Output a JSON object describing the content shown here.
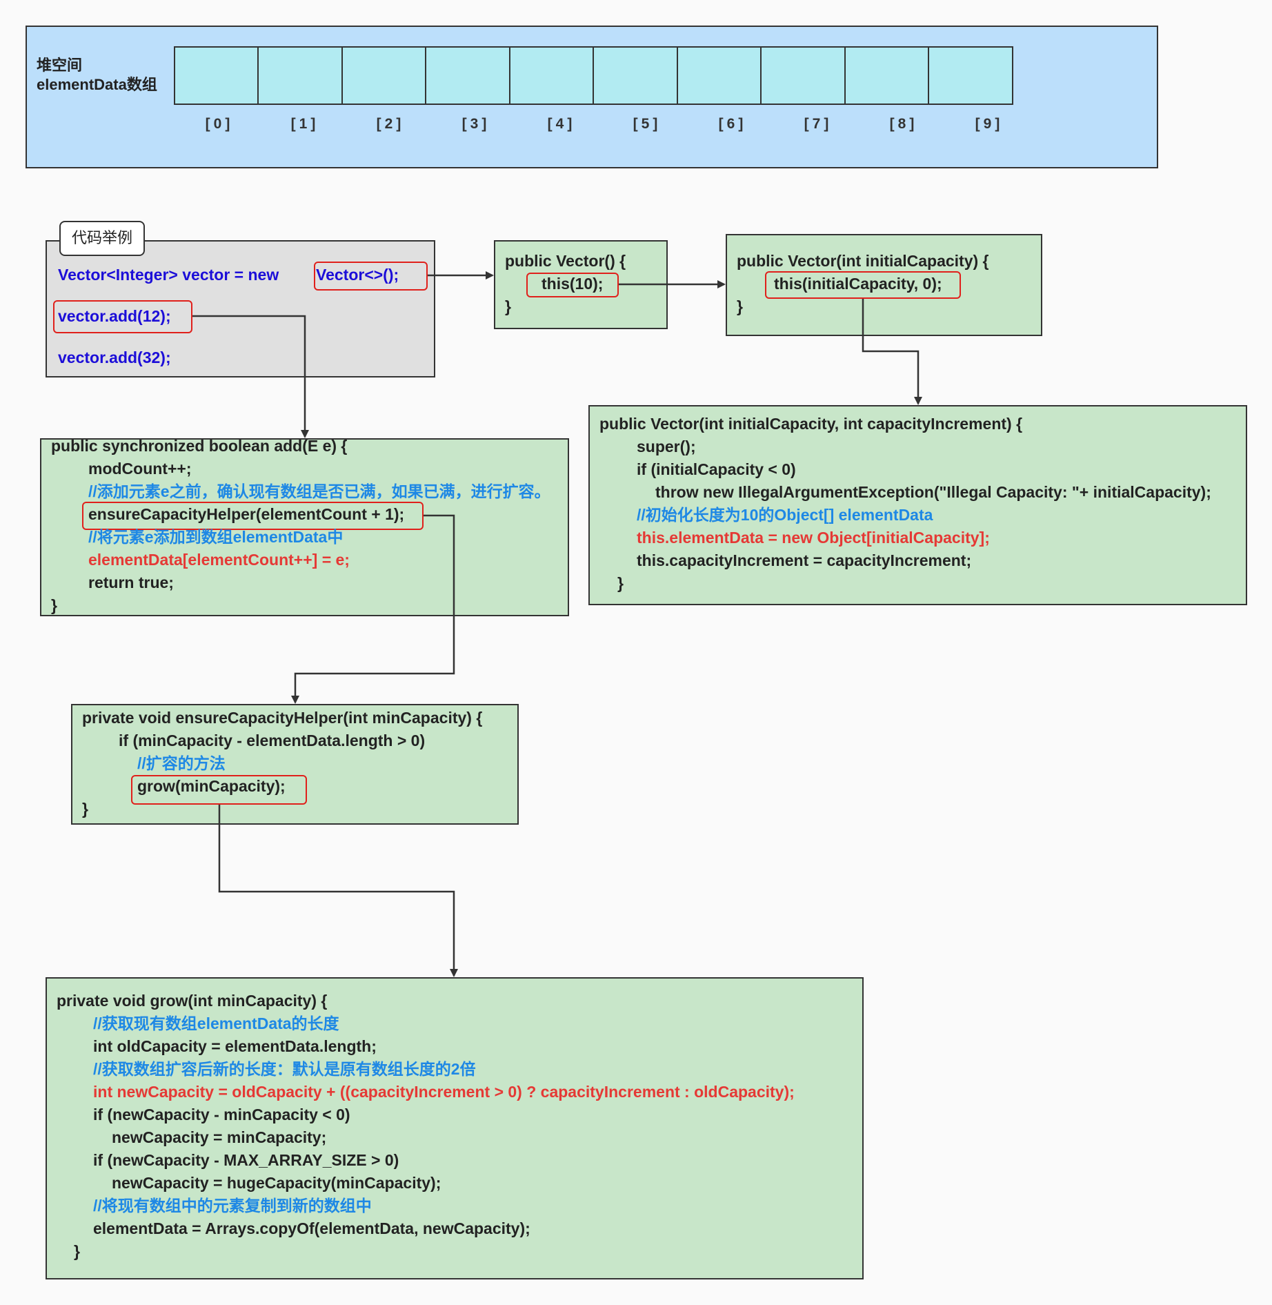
{
  "heap": {
    "title_line1": "堆空间",
    "title_line2": "elementData数组",
    "indices": [
      "[0]",
      "[1]",
      "[2]",
      "[3]",
      "[4]",
      "[5]",
      "[6]",
      "[7]",
      "[8]",
      "[9]"
    ]
  },
  "example": {
    "tab_label": "代码举例",
    "line1_prefix": "Vector<Integer> vector = new ",
    "line1_call": "Vector<>();",
    "line2": "vector.add(12);",
    "line3": "vector.add(32);"
  },
  "ctor_default": {
    "line1": "public Vector() {",
    "line2": "this(10);",
    "line3": "}"
  },
  "ctor_capacity": {
    "line1": "public Vector(int initialCapacity) {",
    "line2": "this(initialCapacity, 0);",
    "line3": "}"
  },
  "ctor_full": {
    "line1": "public Vector(int initialCapacity, int capacityIncrement) {",
    "line2": "super();",
    "line3": "if (initialCapacity < 0)",
    "line4": "throw new IllegalArgumentException(\"Illegal Capacity: \"+ initialCapacity);",
    "comment": "//初始化长度为10的Object[] elementData",
    "line5": "this.elementData = new Object[initialCapacity];",
    "line6": "this.capacityIncrement = capacityIncrement;",
    "line7": "}"
  },
  "add_method": {
    "line1": "public synchronized boolean add(E e) {",
    "line2": "modCount++;",
    "comment1": "//添加元素e之前，确认现有数组是否已满，如果已满，进行扩容。",
    "line3": "ensureCapacityHelper(elementCount + 1);",
    "comment2": "//将元素e添加到数组elementData中",
    "line4": "elementData[elementCount++] = e;",
    "line5": "return true;",
    "line6": "}"
  },
  "ensure_method": {
    "line1": "private void ensureCapacityHelper(int minCapacity) {",
    "line2": "if (minCapacity - elementData.length > 0)",
    "comment": "//扩容的方法",
    "line3": "grow(minCapacity);",
    "line4": "}"
  },
  "grow_method": {
    "line1": "private void grow(int minCapacity) {",
    "comment1": "//获取现有数组elementData的长度",
    "line2": "int oldCapacity = elementData.length;",
    "comment2": "//获取数组扩容后新的长度：默认是原有数组长度的2倍",
    "line3": "int newCapacity = oldCapacity + ((capacityIncrement > 0) ? capacityIncrement : oldCapacity);",
    "line4": "if (newCapacity - minCapacity < 0)",
    "line5": "newCapacity = minCapacity;",
    "line6": "if (newCapacity - MAX_ARRAY_SIZE > 0)",
    "line7": "newCapacity = hugeCapacity(minCapacity);",
    "comment3": "//将现有数组中的元素复制到新的数组中",
    "line8": "elementData = Arrays.copyOf(elementData, newCapacity);",
    "line9": "}"
  }
}
